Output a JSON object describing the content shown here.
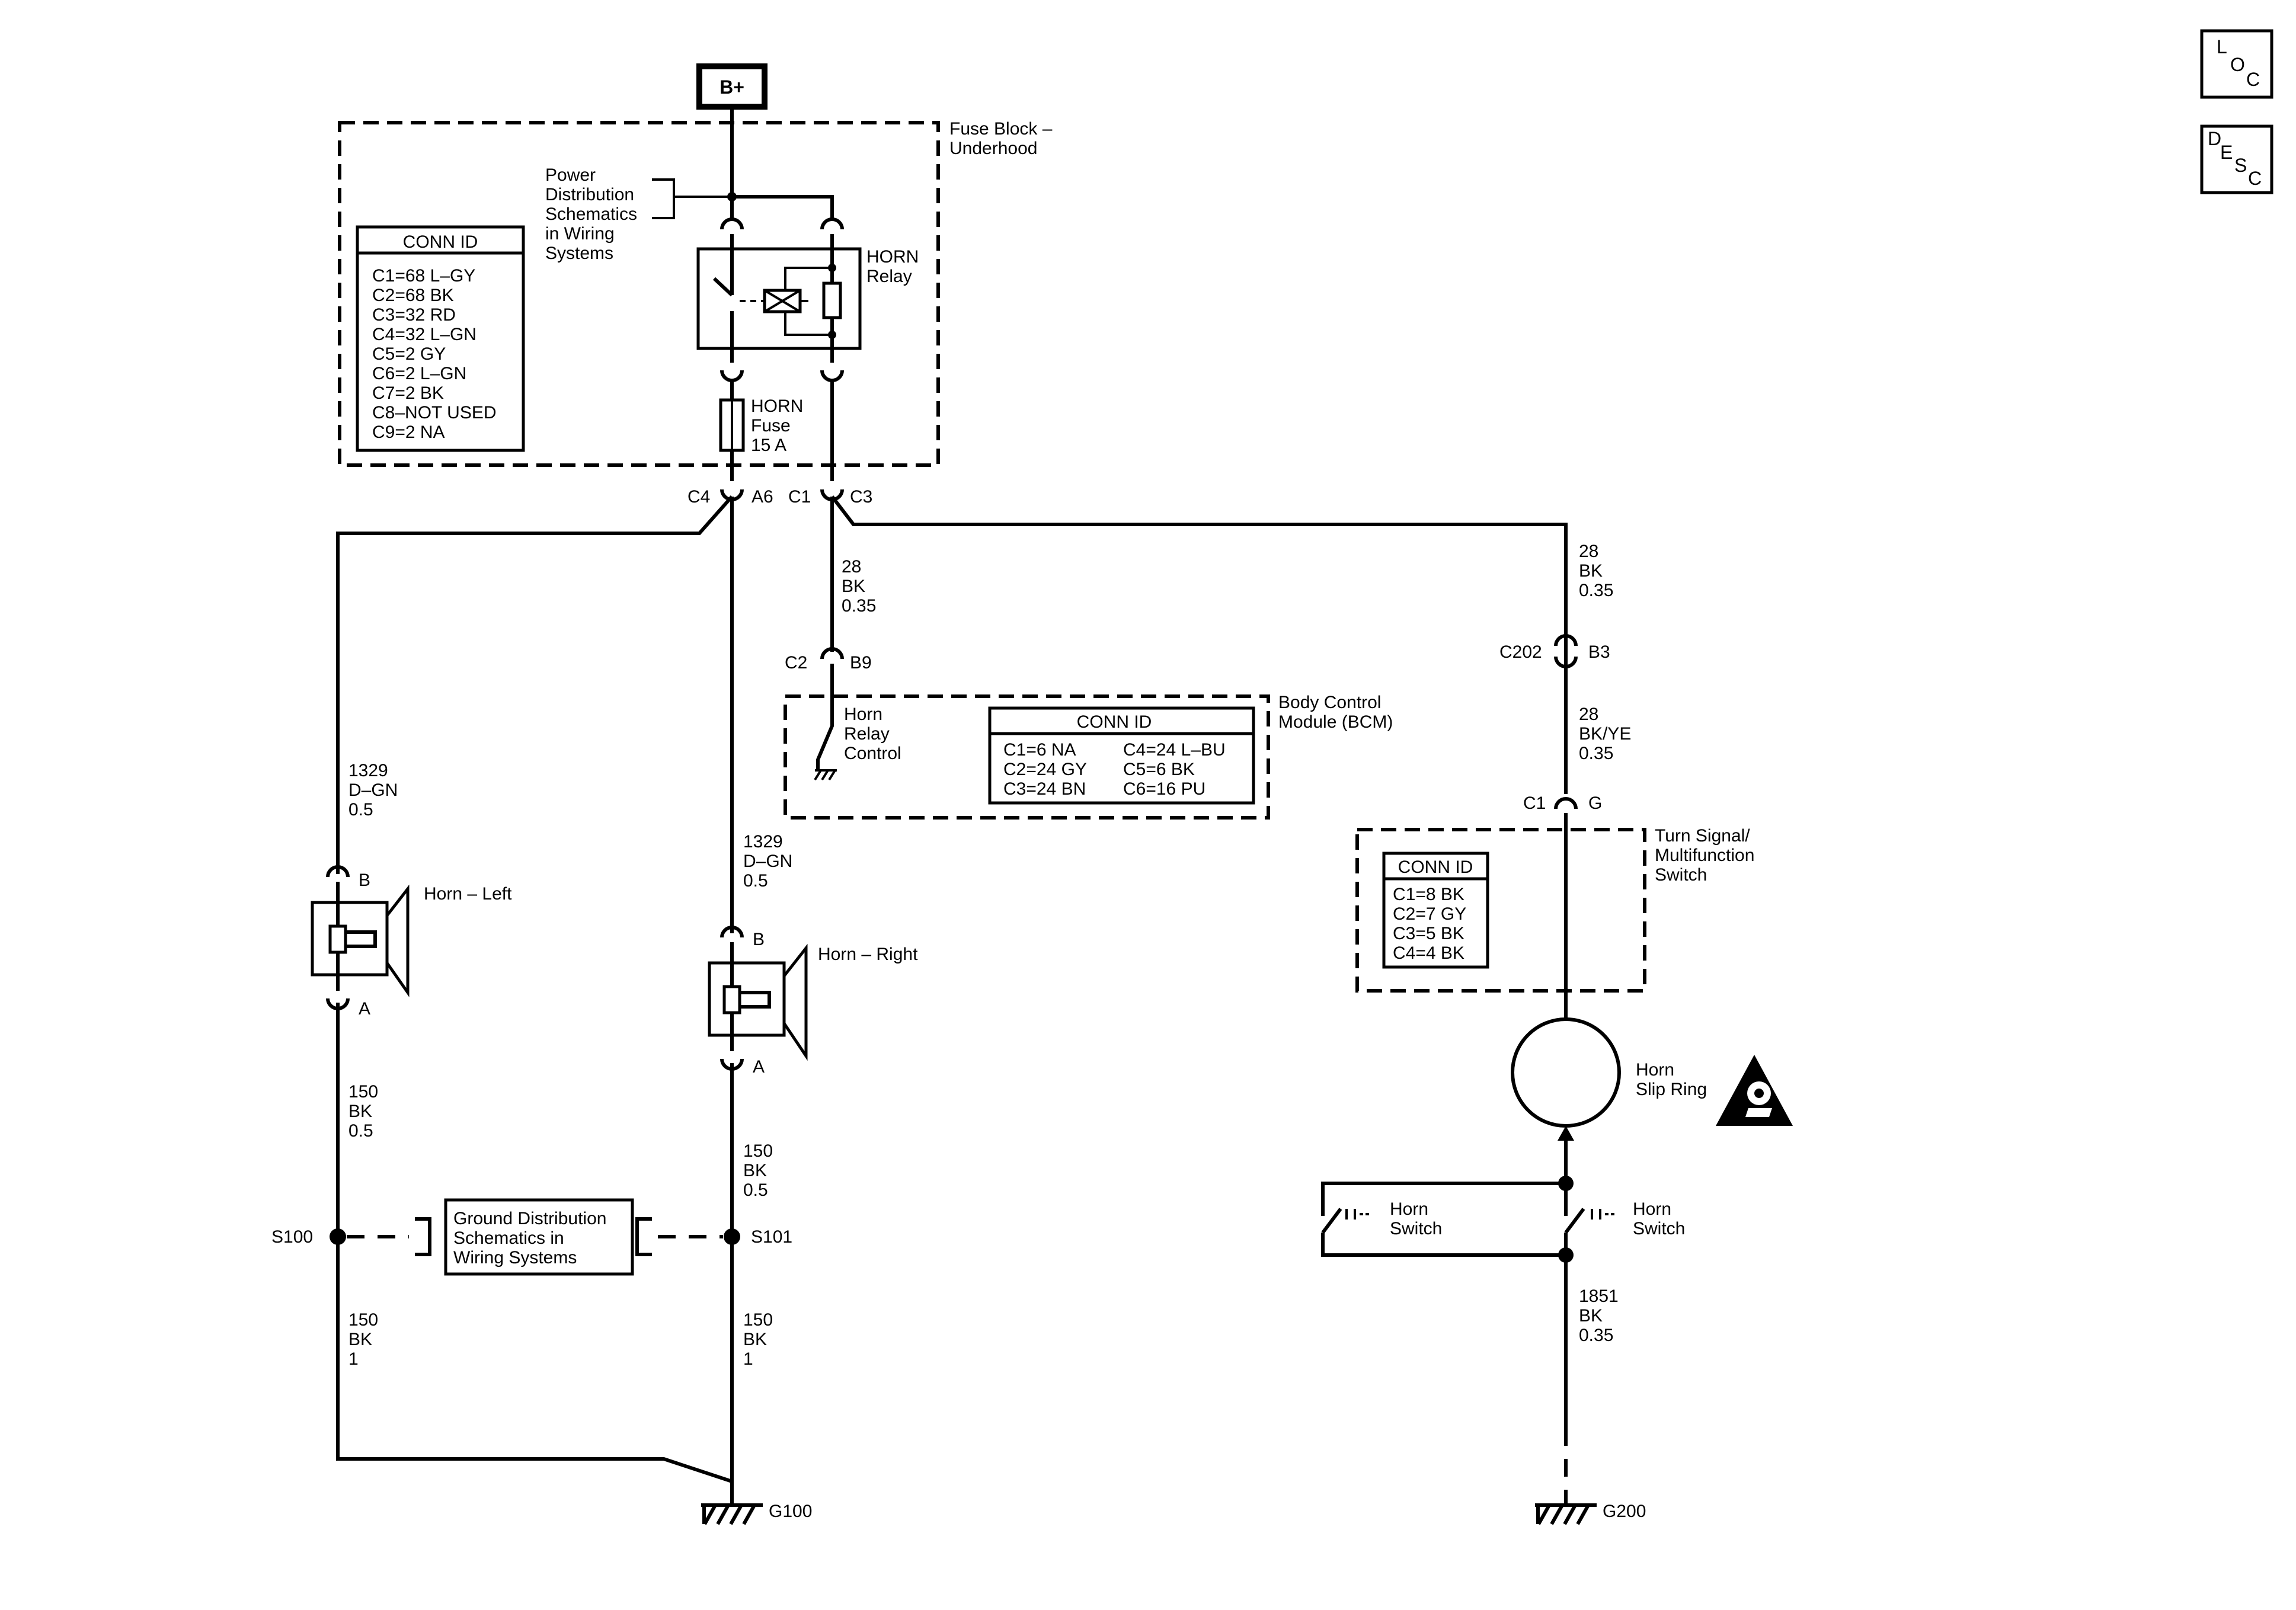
{
  "supply": {
    "label": "B+"
  },
  "nav": {
    "loc": [
      "L",
      "O",
      "C"
    ],
    "desc": [
      "D",
      "E",
      "S",
      "C"
    ]
  },
  "fuse_block": {
    "title": [
      "Fuse Block –",
      "Underhood"
    ],
    "power_ref": [
      "Power",
      "Distribution",
      "Schematics",
      "in Wiring",
      "Systems"
    ],
    "relay_label": [
      "HORN",
      "Relay"
    ],
    "fuse_label": [
      "HORN",
      "Fuse",
      "15 A"
    ],
    "conn_id": {
      "header": "CONN ID",
      "rows": [
        "C1=68 L–GY",
        "C2=68 BK",
        "C3=32 RD",
        "C4=32 L–GN",
        "C5=2 GY",
        "C6=2 L–GN",
        "C7=2 BK",
        "C8–NOT USED",
        "C9=2 NA"
      ]
    }
  },
  "terminals": {
    "c4": "C4",
    "a6": "A6",
    "c1": "C1",
    "c3": "C3"
  },
  "bcm": {
    "title": [
      "Body Control",
      "Module (BCM)"
    ],
    "conn_c2": "C2",
    "pin_b9": "B9",
    "control_label": [
      "Horn",
      "Relay",
      "Control"
    ],
    "conn_id": {
      "header": "CONN ID",
      "rows_left": [
        "C1=6 NA",
        "C2=24 GY",
        "C3=24 BN"
      ],
      "rows_right": [
        "C4=24 L–BU",
        "C5=6 BK",
        "C6=16 PU"
      ]
    }
  },
  "wires": {
    "relay_to_bcm": [
      "28",
      "BK",
      "0.35"
    ],
    "relay_to_c202": [
      "28",
      "BK",
      "0.35"
    ],
    "c202_to_switch": [
      "28",
      "BK/YE",
      "0.35"
    ],
    "left_horn_feed": [
      "1329",
      "D–GN",
      "0.5"
    ],
    "right_horn_feed": [
      "1329",
      "D–GN",
      "0.5"
    ],
    "left_horn_ground": [
      "150",
      "BK",
      "0.5"
    ],
    "right_horn_ground": [
      "150",
      "BK",
      "0.5"
    ],
    "s100_to_g100": [
      "150",
      "BK",
      "1"
    ],
    "s101_to_g100": [
      "150",
      "BK",
      "1"
    ],
    "switch_to_g200": [
      "1851",
      "BK",
      "0.35"
    ]
  },
  "c202": {
    "conn": "C202",
    "pin": "B3"
  },
  "turn_signal_switch": {
    "conn": "C1",
    "pin": "G",
    "title": [
      "Turn Signal/",
      "Multifunction",
      "Switch"
    ],
    "conn_id": {
      "header": "CONN ID",
      "rows": [
        "C1=8 BK",
        "C2=7 GY",
        "C3=5 BK",
        "C4=4 BK"
      ]
    }
  },
  "horn_left": {
    "label": "Horn – Left",
    "pin_top": "B",
    "pin_bottom": "A"
  },
  "horn_right": {
    "label": "Horn – Right",
    "pin_top": "B",
    "pin_bottom": "A"
  },
  "splices": {
    "s100": "S100",
    "s101": "S101"
  },
  "ground_ref": [
    "Ground Distribution",
    "Schematics in",
    "Wiring Systems"
  ],
  "grounds": {
    "g100": "G100",
    "g200": "G200"
  },
  "slip_ring": {
    "label": [
      "Horn",
      "Slip Ring"
    ]
  },
  "horn_switch_left": {
    "label": [
      "Horn",
      "Switch"
    ]
  },
  "horn_switch_right": {
    "label": [
      "Horn",
      "Switch"
    ]
  },
  "colors": {
    "ink": "#000000",
    "background": "#ffffff"
  },
  "icons": [
    "airbag-warning-icon",
    "ground-symbol-icon",
    "relay-coil-icon",
    "fuse-icon",
    "horn-icon"
  ]
}
